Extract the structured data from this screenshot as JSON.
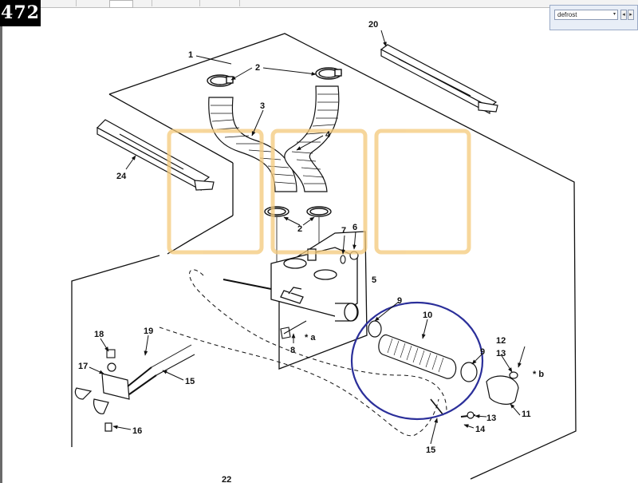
{
  "page_badge": "472",
  "find": {
    "search_value": "defrost",
    "prev_symbol": "◂",
    "next_symbol": "▸",
    "dropdown_symbol": "▾"
  },
  "callouts": {
    "c1": "1",
    "c2a": "2",
    "c2b": "2",
    "c3": "3",
    "c4": "4",
    "c5": "5",
    "c6": "6",
    "c7": "7",
    "c8": "8",
    "c9a": "9",
    "c9b": "9",
    "c10": "10",
    "c11": "11",
    "c12": "12",
    "c13a": "13",
    "c13b": "13",
    "c14": "14",
    "c15a": "15",
    "c15b": "15",
    "c16": "16",
    "c17": "17",
    "c18": "18",
    "c19": "19",
    "c20": "20",
    "c22": "22",
    "c24": "24",
    "note_a": "* a",
    "note_b": "* b"
  },
  "colors": {
    "line": "#111111",
    "watermark": "#f4c97a",
    "highlight_circle": "#2b2f9a",
    "badge_bg": "#000000"
  }
}
